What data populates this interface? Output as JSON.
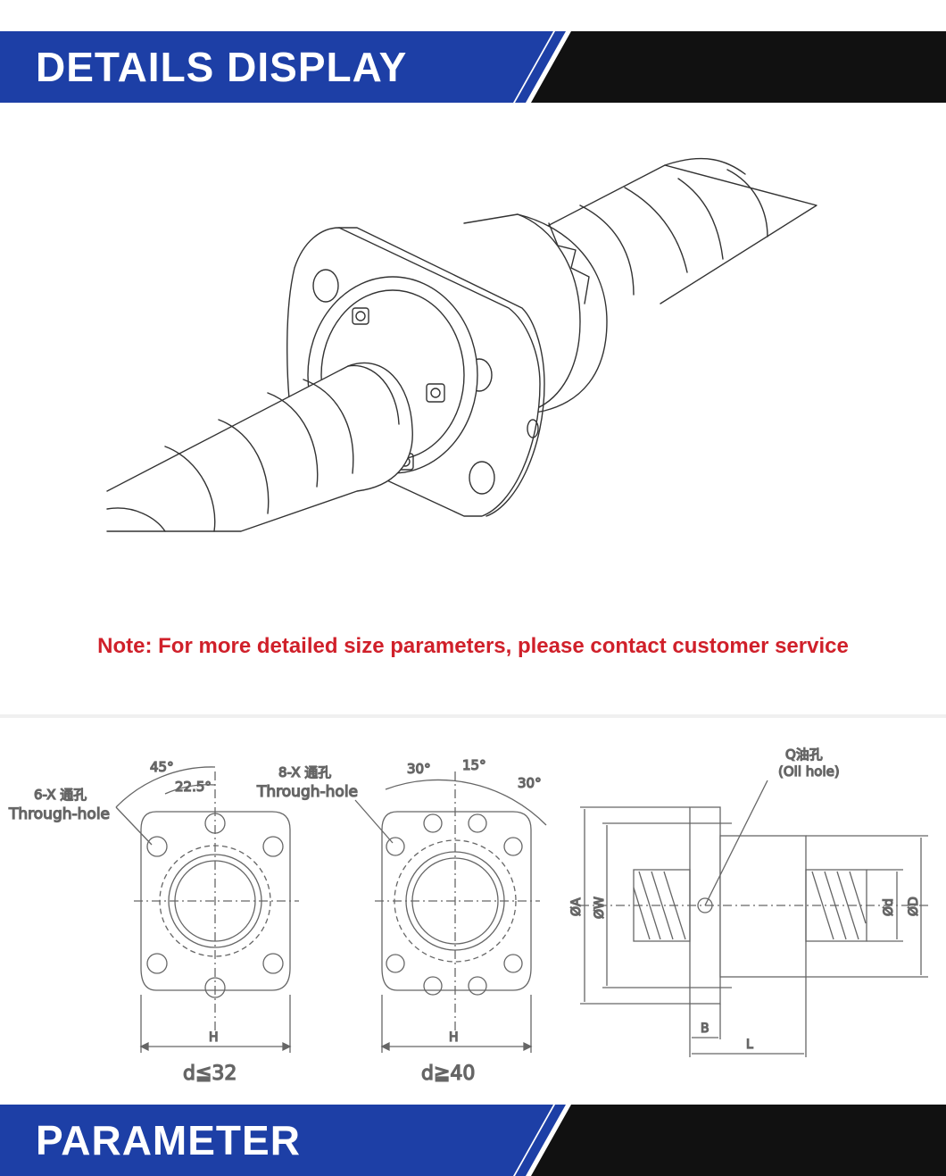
{
  "sections": {
    "details_title": "DETAILS DISPLAY",
    "parameter_title": "PARAMETER"
  },
  "note": "Note: For more detailed size parameters, please contact customer service",
  "colors": {
    "banner_blue": "#1d3fa6",
    "banner_black": "#111111",
    "note_red": "#d0202a"
  },
  "drawings": {
    "left_flange": {
      "hole_label": "6-X 通孔",
      "hole_label_en": "Through-hole",
      "angle_a": "45°",
      "angle_b": "22.5°",
      "width_label": "H",
      "caption": "d≦32"
    },
    "mid_flange": {
      "hole_label": "8-X 通孔",
      "hole_label_en": "Through-hole",
      "angle_a": "30°",
      "angle_b": "15°",
      "angle_c": "30°",
      "width_label": "H",
      "caption": "d≧40"
    },
    "side_view": {
      "oil_label": "Q油孔",
      "oil_label_en": "(Oil hole)",
      "dim_A": "ØA",
      "dim_W": "ØW",
      "dim_d": "Ød",
      "dim_D": "ØD",
      "dim_B": "B",
      "dim_L": "L"
    }
  }
}
